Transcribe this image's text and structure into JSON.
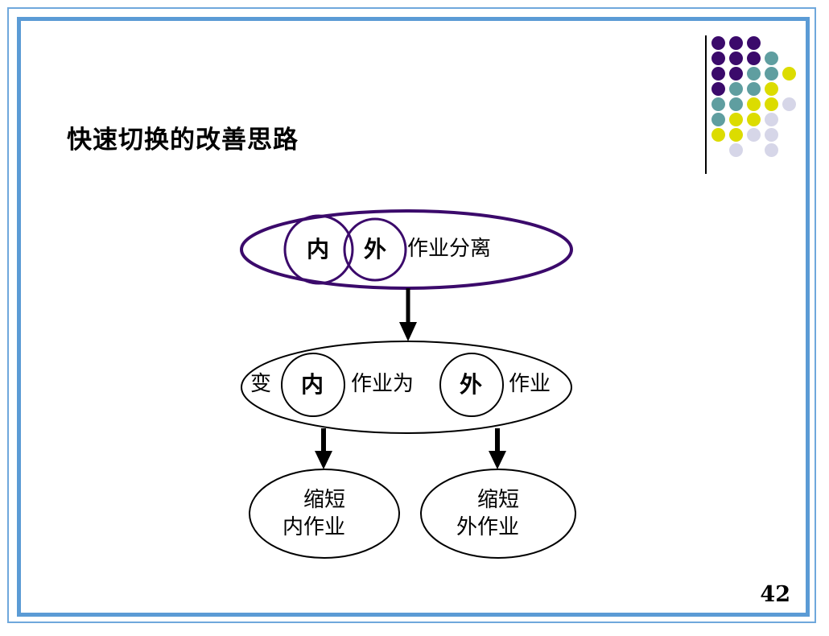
{
  "slide": {
    "title": "快速切换的改善思路",
    "page_number": "42",
    "background_color": "#FFFFFF",
    "frame": {
      "outer_color": "#6FA8DC",
      "inner_color": "#5B9BD5"
    }
  },
  "decoration": {
    "name": "dot-grid",
    "colors": {
      "purple": "#3B0A6B",
      "teal": "#5F9EA0",
      "yellow": "#DCDC00",
      "lavender": "#D6D6E8"
    },
    "rows": [
      [
        "purple",
        "purple",
        "purple",
        "",
        ""
      ],
      [
        "purple",
        "purple",
        "purple",
        "teal",
        ""
      ],
      [
        "purple",
        "purple",
        "teal",
        "teal",
        "yellow"
      ],
      [
        "purple",
        "teal",
        "teal",
        "yellow",
        ""
      ],
      [
        "teal",
        "teal",
        "yellow",
        "yellow",
        "lavender"
      ],
      [
        "teal",
        "yellow",
        "yellow",
        "lavender",
        ""
      ],
      [
        "yellow",
        "yellow",
        "lavender",
        "lavender",
        ""
      ],
      [
        "",
        "lavender",
        "",
        "lavender",
        ""
      ]
    ]
  },
  "diagram": {
    "type": "flow",
    "outline_colors": {
      "top": "#3B0A6B",
      "default": "#000000"
    },
    "nodes": [
      {
        "id": "top-ellipse",
        "name": "separate-internal-external-setup",
        "shape": "ellipse",
        "outline": "#3B0A6B",
        "badges": [
          "内",
          "外"
        ],
        "label": "作业分离"
      },
      {
        "id": "middle-ellipse",
        "name": "convert-internal-to-external-setup",
        "shape": "ellipse",
        "outline": "#000000",
        "prefix": "变",
        "badge_left": "内",
        "middle": "作业为",
        "badge_right": "外",
        "suffix": "作业"
      },
      {
        "id": "bottom-left-ellipse",
        "name": "shorten-internal-setup",
        "shape": "ellipse",
        "outline": "#000000",
        "line1": "缩短",
        "line2": "内作业"
      },
      {
        "id": "bottom-right-ellipse",
        "name": "shorten-external-setup",
        "shape": "ellipse",
        "outline": "#000000",
        "line1": "缩短",
        "line2": "外作业"
      }
    ],
    "arrows": [
      {
        "name": "arrow-top-to-middle",
        "from": "top-ellipse",
        "to": "middle-ellipse"
      },
      {
        "name": "arrow-middle-to-bottom-left",
        "from": "middle-ellipse",
        "to": "bottom-left-ellipse"
      },
      {
        "name": "arrow-middle-to-bottom-right",
        "from": "middle-ellipse",
        "to": "bottom-right-ellipse"
      }
    ]
  }
}
